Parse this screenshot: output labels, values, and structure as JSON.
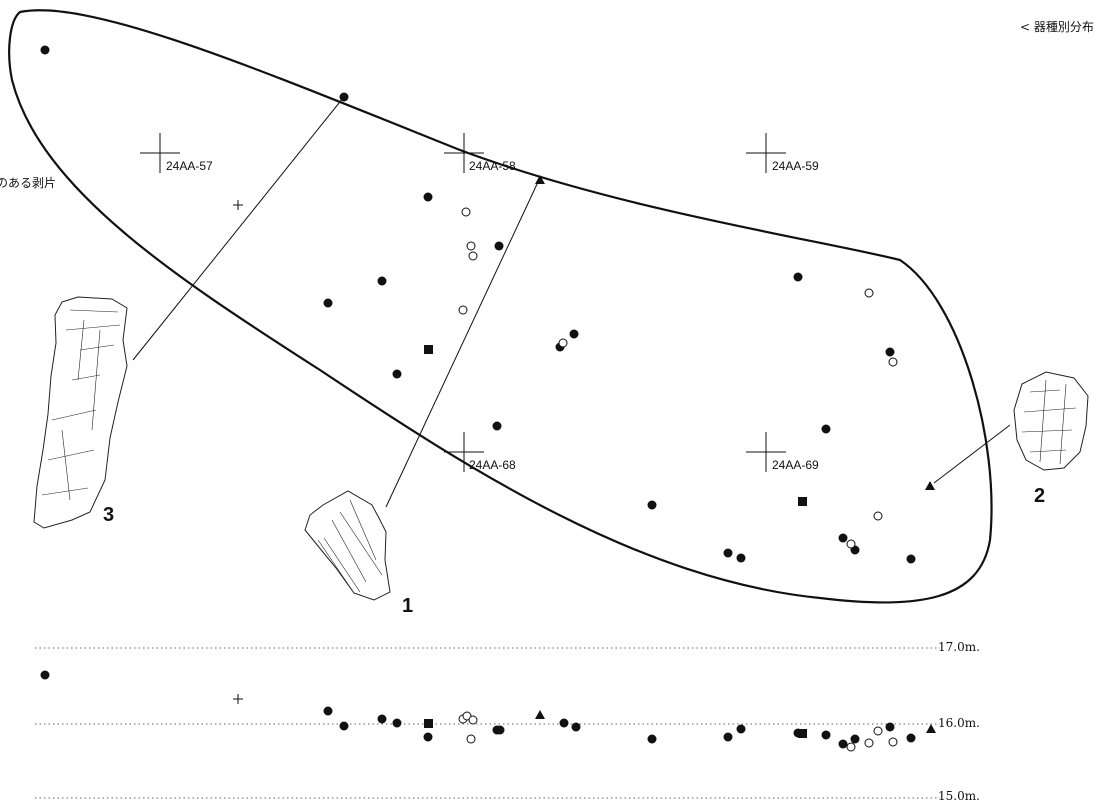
{
  "header": {
    "legend_partial": "< 器種別分布",
    "left_partial_label": "のある剥片"
  },
  "grid_labels": [
    "24AA-57",
    "24AA-58",
    "24AA-59",
    "24AA-68",
    "24AA-69"
  ],
  "artifact_numbers": [
    "1",
    "2",
    "3"
  ],
  "elevation_labels": [
    "17.0m.",
    "16.0m.",
    "15.0m."
  ],
  "colors": {
    "ink": "#111111",
    "dotted": "#666666",
    "paper": "#ffffff"
  }
}
